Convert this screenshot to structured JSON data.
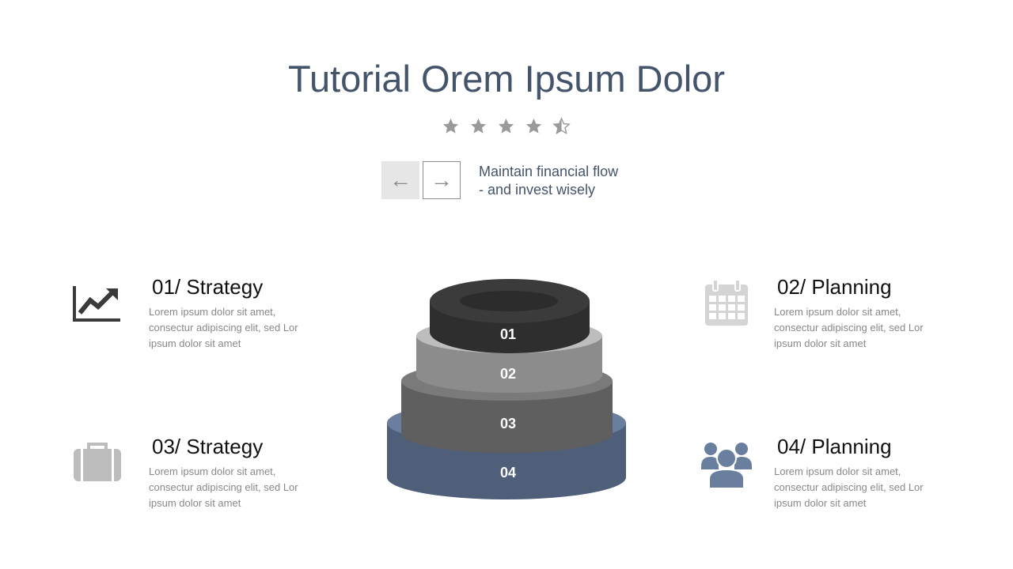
{
  "title": "Tutorial Orem Ipsum Dolor",
  "rating": {
    "value": 4.5,
    "max": 5
  },
  "nav": {
    "prev_icon": "arrow-left-icon",
    "next_icon": "arrow-right-icon",
    "prev": "←",
    "next": "→"
  },
  "tagline": {
    "line1": "Maintain financial flow",
    "line2": "- and invest wisely"
  },
  "items": [
    {
      "heading": "01/ Strategy",
      "text": "Lorem ipsum dolor sit amet, consectur adipiscing elit, sed Lor ipsum dolor sit amet",
      "icon": "chart-trend-icon"
    },
    {
      "heading": "02/ Planning",
      "text": "Lorem ipsum dolor sit amet, consectur adipiscing elit, sed Lor ipsum dolor sit amet",
      "icon": "calendar-icon"
    },
    {
      "heading": "03/ Strategy",
      "text": "Lorem ipsum dolor sit amet, consectur adipiscing elit, sed Lor ipsum dolor sit amet",
      "icon": "briefcase-icon"
    },
    {
      "heading": "04/ Planning",
      "text": "Lorem ipsum dolor sit amet, consectur adipiscing elit, sed Lor ipsum dolor sit amet",
      "icon": "team-icon"
    }
  ],
  "tiers": [
    "01",
    "02",
    "03",
    "04"
  ],
  "colors": {
    "title": "#44546a",
    "tier1": "#333333",
    "tier2": "#8c8c8c",
    "tier3": "#5f5f5f",
    "tier4": "#4f5f7a",
    "accent": "#6a7f9e"
  }
}
